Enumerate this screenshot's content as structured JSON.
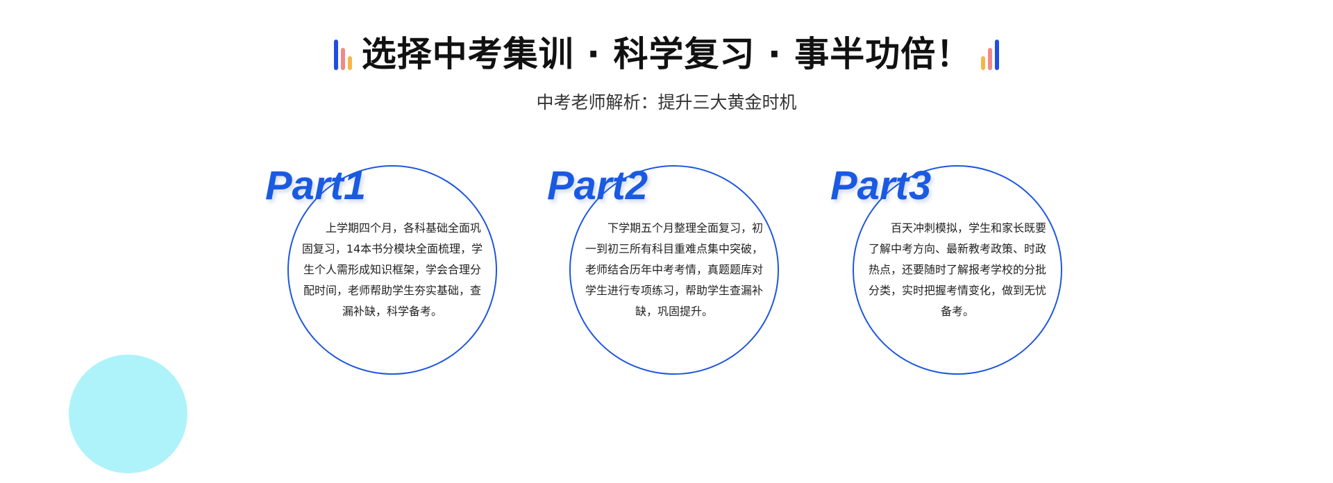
{
  "header": {
    "title": "选择中考集训 · 科学复习 · 事半功倍！",
    "subtitle": "中考老师解析：提升三大黄金时机"
  },
  "colors": {
    "accent": "#1a5ae3",
    "bar_blue": "#1f4fe0",
    "bar_pink": "#f08a86",
    "bar_yellow": "#f7b548",
    "deco": "#aef3fa"
  },
  "parts": [
    {
      "label": "Part1",
      "text": "上学期四个月，各科基础全面巩固复习，14本书分模块全面梳理，学生个人需形成知识框架，学会合理分配时间，老师帮助学生夯实基础，查漏补缺，科学备考。"
    },
    {
      "label": "Part2",
      "text": "下学期五个月整理全面复习，初一到初三所有科目重难点集中突破，老师结合历年中考考情，真题题库对学生进行专项练习，帮助学生查漏补缺，巩固提升。"
    },
    {
      "label": "Part3",
      "text": "百天冲刺模拟，学生和家长既要了解中考方向、最新教考政策、时政热点，还要随时了解报考学校的分批分类，实时把握考情变化，做到无忧备考。"
    }
  ]
}
